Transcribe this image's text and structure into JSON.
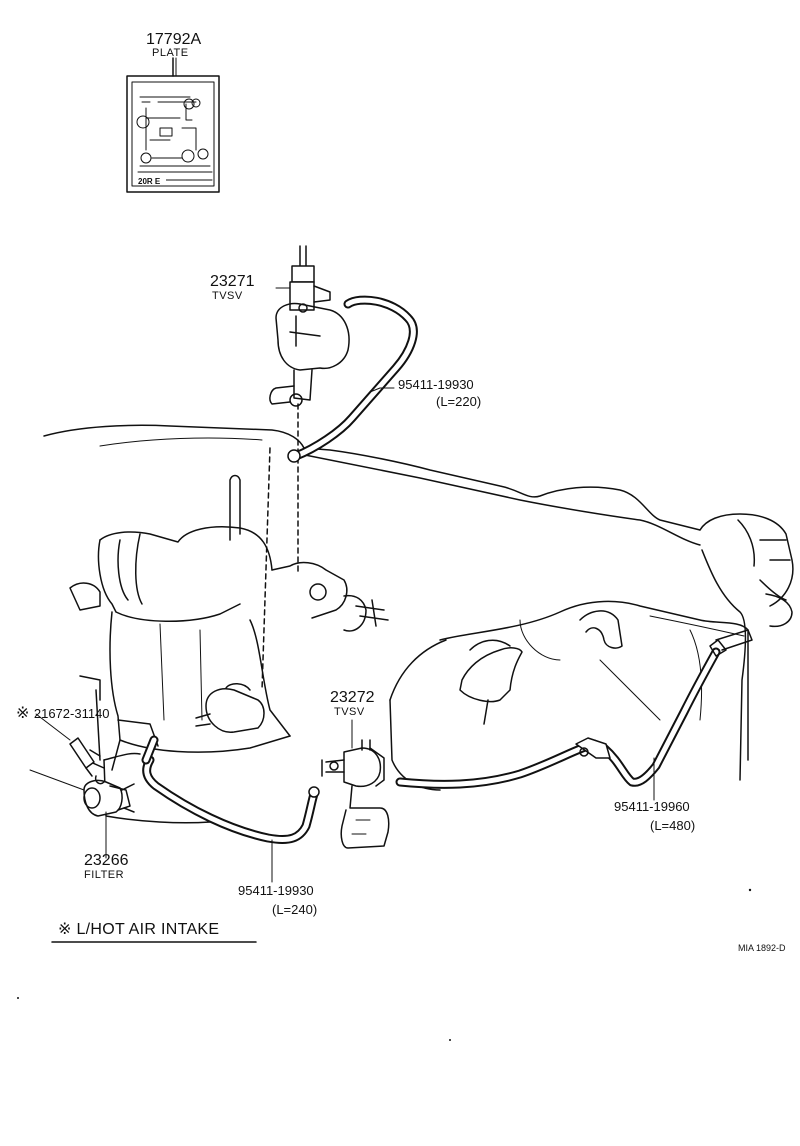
{
  "plate": {
    "part_number": "17792A",
    "name": "PLATE",
    "inset_text": "20R E"
  },
  "tvsv_upper": {
    "part_number": "23271",
    "name": "TVSV"
  },
  "hose_upper": {
    "part_number": "95411-19930",
    "length": "(L=220)"
  },
  "tvsv_lower": {
    "part_number": "23272",
    "name": "TVSV"
  },
  "hose_right": {
    "part_number": "95411-19960",
    "length": "(L=480)"
  },
  "hose_lower": {
    "part_number": "95411-19930",
    "length": "(L=240)"
  },
  "check_valve": {
    "marker": "※",
    "part_number": "21672-31140"
  },
  "filter": {
    "part_number": "23266",
    "name": "FILTER"
  },
  "legend": {
    "marker": "※",
    "text": "L/HOT AIR INTAKE"
  },
  "drawing_code": "MIA 1892-D"
}
